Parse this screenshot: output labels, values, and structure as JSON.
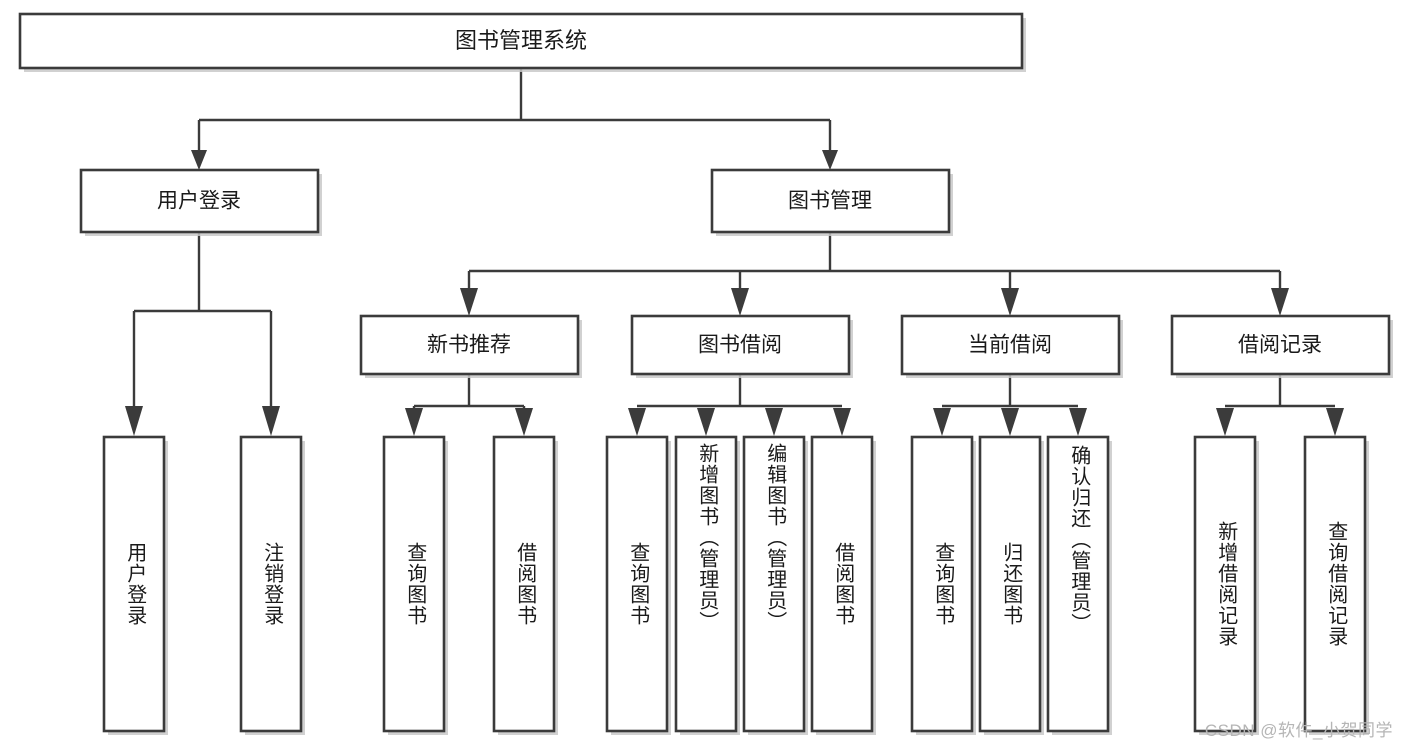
{
  "diagram": {
    "type": "tree",
    "title": "图书管理系统",
    "watermark": "CSDN @软件_小贺同学",
    "root": {
      "label": "图书管理系统",
      "level": 0
    },
    "level1": [
      {
        "label": "用户登录"
      },
      {
        "label": "图书管理"
      }
    ],
    "level2": [
      {
        "label": "新书推荐"
      },
      {
        "label": "图书借阅"
      },
      {
        "label": "当前借阅"
      },
      {
        "label": "借阅记录"
      }
    ],
    "leaves": {
      "user_login": [
        {
          "label": "用户登录"
        },
        {
          "label": "注销登录"
        }
      ],
      "new_book": [
        {
          "label": "查询图书"
        },
        {
          "label": "借阅图书"
        }
      ],
      "borrow_book": [
        {
          "label": "查询图书"
        },
        {
          "label": "新增图书（管理员）"
        },
        {
          "label": "编辑图书（管理员）"
        },
        {
          "label": "借阅图书"
        }
      ],
      "current_borrow": [
        {
          "label": "查询图书"
        },
        {
          "label": "归还图书"
        },
        {
          "label": "确认归还（管理员）"
        }
      ],
      "borrow_record": [
        {
          "label": "新增借阅记录"
        },
        {
          "label": "查询借阅记录"
        }
      ]
    },
    "colors": {
      "stroke": "#3b3b3b",
      "fill": "#ffffff",
      "text": "#1a1a1a",
      "watermark": "#b5b5b5"
    }
  }
}
